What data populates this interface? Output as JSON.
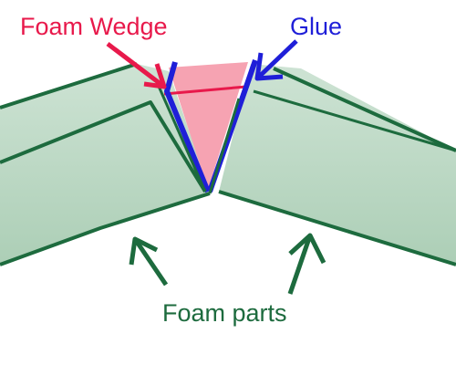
{
  "labels": {
    "foam_wedge": "Foam Wedge",
    "glue": "Glue",
    "foam_parts": "Foam parts"
  },
  "colors": {
    "foam_wedge": "#e8194b",
    "glue": "#1f1fd8",
    "foam_parts": "#1d6b3e",
    "foam_fill": "#a8cfb6",
    "wedge_fill": "#f6a3b2"
  }
}
